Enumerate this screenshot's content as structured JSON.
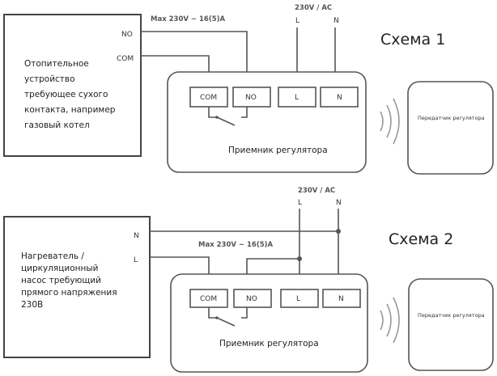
{
  "scheme1": {
    "title": "Схема 1",
    "device_lines": [
      "Отопительное",
      "устройство",
      "требующее сухого",
      "контакта, например",
      "газовый котел"
    ],
    "pin_no": "NO",
    "pin_com": "COM",
    "max_label": "Max 230V ~ 16(5)A",
    "supply_label": "230V / AC",
    "supply_l": "L",
    "supply_n": "N",
    "terminals": [
      "COM",
      "NO",
      "L",
      "N"
    ],
    "receiver_label": "Приемник регулятора",
    "transmitter_label": "Передатчик регулятора"
  },
  "scheme2": {
    "title": "Схема 2",
    "device_lines": [
      "Нагреватель /",
      "циркуляционный",
      "насос    требующий",
      "прямого напряжения",
      "230В"
    ],
    "pin_n": "N",
    "pin_l": "L",
    "max_label": "Max 230V ~ 16(5)A",
    "supply_label": "230V / AC",
    "supply_l": "L",
    "supply_n": "N",
    "terminals": [
      "COM",
      "NO",
      "L",
      "N"
    ],
    "receiver_label": "Приемник регулятора",
    "transmitter_label": "Передатчик регулятора"
  }
}
